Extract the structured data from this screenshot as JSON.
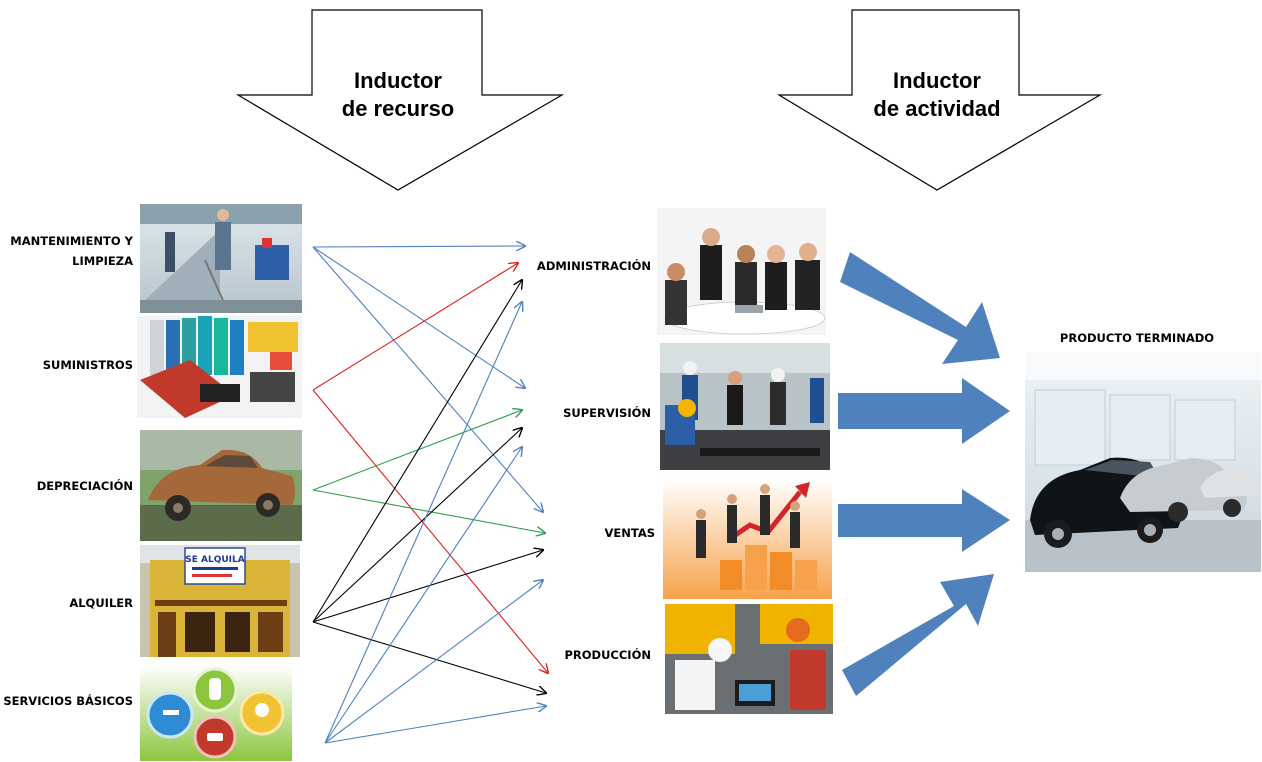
{
  "drivers": {
    "resource": {
      "line1": "Inductor",
      "line2": "de recurso"
    },
    "activity": {
      "line1": "Inductor",
      "line2": "de actividad"
    }
  },
  "resources": [
    {
      "id": "mantenimiento",
      "label_lines": [
        "MANTENIMIENTO Y",
        "LIMPIEZA"
      ]
    },
    {
      "id": "suministros",
      "label_lines": [
        "SUMINISTROS"
      ]
    },
    {
      "id": "depreciacion",
      "label_lines": [
        "DEPRECIACIÓN"
      ]
    },
    {
      "id": "alquiler",
      "label_lines": [
        "ALQUILER"
      ],
      "sign_text": "SE ALQUILA"
    },
    {
      "id": "servicios",
      "label_lines": [
        "SERVICIOS BÁSICOS"
      ]
    }
  ],
  "activities": [
    {
      "id": "administracion",
      "label": "ADMINISTRACIÓN"
    },
    {
      "id": "supervision",
      "label": "SUPERVISIÓN"
    },
    {
      "id": "ventas",
      "label": "VENTAS"
    },
    {
      "id": "produccion",
      "label": "PRODUCCIÓN"
    }
  ],
  "product": {
    "label": "PRODUCTO TERMINADO"
  },
  "colors": {
    "maintenance_links": "#4f81bd",
    "supplies_links": "#e02020",
    "depreciation_links": "#2e9e4f",
    "rent_links": "#000000",
    "services_links": "#4f81bd",
    "flow_arrows": "#4f81bd"
  },
  "links": [
    {
      "from": "mantenimiento",
      "to": "administracion",
      "color": "#4f81bd"
    },
    {
      "from": "mantenimiento",
      "to": "supervision",
      "color": "#4f81bd"
    },
    {
      "from": "mantenimiento",
      "to": "ventas",
      "color": "#4f81bd"
    },
    {
      "from": "suministros",
      "to": "administracion",
      "color": "#e02020"
    },
    {
      "from": "suministros",
      "to": "produccion",
      "color": "#e02020"
    },
    {
      "from": "depreciacion",
      "to": "supervision",
      "color": "#2e9e4f"
    },
    {
      "from": "depreciacion",
      "to": "ventas",
      "color": "#2e9e4f"
    },
    {
      "from": "alquiler",
      "to": "administracion",
      "color": "#000000"
    },
    {
      "from": "alquiler",
      "to": "supervision",
      "color": "#000000"
    },
    {
      "from": "alquiler",
      "to": "ventas",
      "color": "#000000"
    },
    {
      "from": "alquiler",
      "to": "produccion",
      "color": "#000000"
    },
    {
      "from": "servicios",
      "to": "administracion",
      "color": "#4f81bd"
    },
    {
      "from": "servicios",
      "to": "supervision",
      "color": "#4f81bd"
    },
    {
      "from": "servicios",
      "to": "ventas",
      "color": "#4f81bd"
    },
    {
      "from": "servicios",
      "to": "produccion",
      "color": "#4f81bd"
    }
  ]
}
